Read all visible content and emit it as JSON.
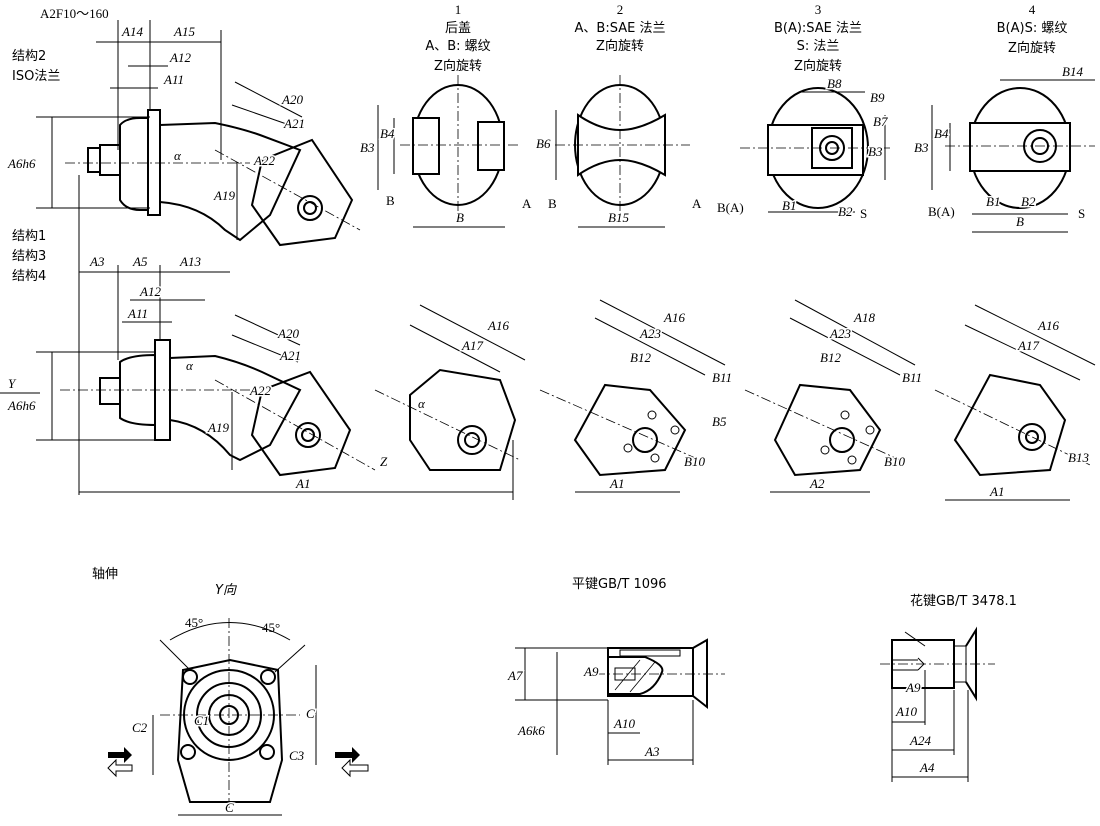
{
  "title": "A2F10～160",
  "structures": {
    "s2": "结构2",
    "s2_flange": "ISO法兰",
    "s1": "结构1",
    "s3": "结构3",
    "s4": "结构4"
  },
  "top_view": {
    "dims": [
      "A14",
      "A15",
      "A12",
      "A11",
      "A20",
      "A21",
      "A22",
      "A19",
      "A6h6"
    ],
    "alpha": "α"
  },
  "side_view": {
    "dims": [
      "A3",
      "A5",
      "A13",
      "A12",
      "A11",
      "A20",
      "A21",
      "A22",
      "A19",
      "A6h6",
      "A1"
    ],
    "alpha": "α",
    "y_label": "Y",
    "z_label": "Z"
  },
  "variants": [
    {
      "num": "1",
      "lines": [
        "后盖",
        "A、B: 螺纹",
        "Z向旋转"
      ],
      "dims": [
        "B3",
        "B4",
        "B"
      ],
      "ports": [
        "B",
        "A"
      ]
    },
    {
      "num": "2",
      "lines": [
        "A、B:SAE 法兰",
        "Z向旋转"
      ],
      "dims": [
        "B6",
        "B15"
      ],
      "ports": [
        "B",
        "A"
      ]
    },
    {
      "num": "3",
      "lines": [
        "B(A):SAE 法兰",
        "S: 法兰",
        "Z向旋转"
      ],
      "dims": [
        "B8",
        "B9",
        "B7",
        "B3",
        "B1",
        "B2"
      ],
      "ports": [
        "B(A)",
        "S"
      ]
    },
    {
      "num": "4",
      "lines": [
        "B(A)S: 螺纹",
        "Z向旋转"
      ],
      "dims": [
        "B14",
        "B3",
        "B4",
        "B1",
        "B2",
        "B"
      ],
      "ports": [
        "B(A)",
        "S"
      ]
    }
  ],
  "rotated_views": [
    {
      "dims": [
        "A16",
        "A17"
      ],
      "alpha": "α"
    },
    {
      "dims": [
        "A16",
        "A23",
        "B12",
        "B11",
        "B5",
        "B10",
        "A1"
      ]
    },
    {
      "dims": [
        "A18",
        "A23",
        "B12",
        "B11",
        "B10",
        "A2"
      ]
    },
    {
      "dims": [
        "A16",
        "A17",
        "B13",
        "A1"
      ]
    }
  ],
  "shaft": {
    "title": "轴伸",
    "y_view": "Y向",
    "angles": [
      "45°",
      "45°"
    ],
    "dims": [
      "C1",
      "C2",
      "C",
      "C3",
      "C"
    ]
  },
  "flat_key": {
    "title": "平键GB/T 1096",
    "dims": [
      "A7",
      "A9",
      "A6k6",
      "A10",
      "A3"
    ]
  },
  "spline": {
    "title": "花键GB/T 3478.1",
    "dims": [
      "A9",
      "A10",
      "A24",
      "A4"
    ]
  }
}
